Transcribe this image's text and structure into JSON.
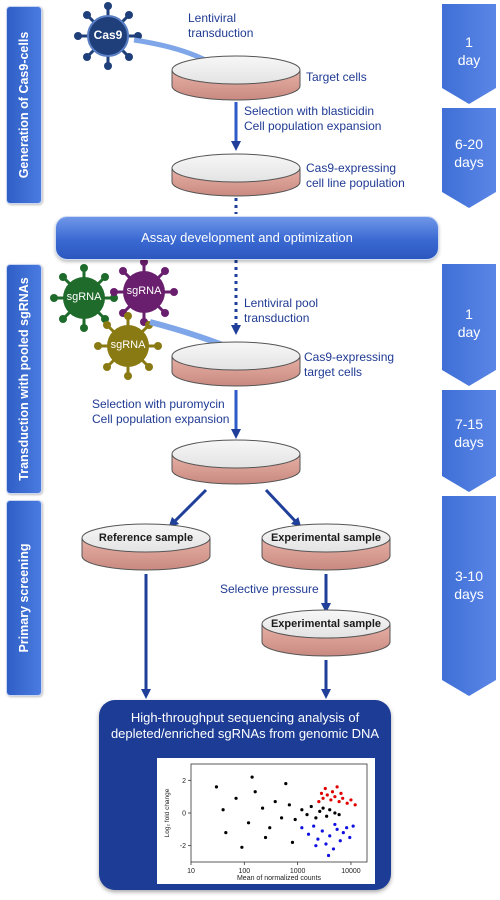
{
  "phases": {
    "generation": "Generation of Cas9-cells",
    "transduction": "Transduction with pooled sgRNAs",
    "screening": "Primary screening"
  },
  "times": {
    "t1": [
      "1",
      "day"
    ],
    "t2": [
      "6-20",
      "days"
    ],
    "t3": [
      "1",
      "day"
    ],
    "t4": [
      "7-15",
      "days"
    ],
    "t5": [
      "3-10",
      "days"
    ]
  },
  "labels": {
    "cas9": "Cas9",
    "lentiviral_transduction": [
      "Lentiviral",
      "transduction"
    ],
    "target_cells": "Target cells",
    "blasticidin": [
      "Selection with blasticidin",
      "Cell population expansion"
    ],
    "cas9_population": [
      "Cas9-expressing",
      "cell line population"
    ],
    "assay": "Assay development and optimization",
    "sgrna": "sgRNA",
    "lentiviral_pool": [
      "Lentiviral pool",
      "transduction"
    ],
    "cas9_target": [
      "Cas9-expressing",
      "target cells"
    ],
    "puromycin": [
      "Selection with puromycin",
      "Cell population expansion"
    ],
    "reference_sample": "Reference sample",
    "experimental_sample": "Experimental sample",
    "selective_pressure": "Selective pressure",
    "experimental_sample2": "Experimental sample",
    "analysis_title": [
      "High-throughput sequencing analysis of",
      "depleted/enriched sgRNAs from genomic DNA"
    ]
  },
  "colors": {
    "dark_blue": "#1d3c96",
    "mid_blue": "#2f5fc6",
    "cas9_virus": "#1f3f7a",
    "sgrna_green": "#1f6b2c",
    "sgrna_purple": "#6a1f6e",
    "sgrna_olive": "#8a7a14",
    "enriched": "#e00000",
    "depleted": "#1010e0"
  },
  "chart_data": {
    "type": "scatter",
    "xlabel": "Mean of normalized counts",
    "ylabel": "Log₂ fold change",
    "x_scale": "log",
    "xlim": [
      10,
      20000
    ],
    "ylim": [
      -3,
      3
    ],
    "x_ticks": [
      10,
      100,
      1000,
      10000
    ],
    "x_tick_labels": [
      "10",
      "100",
      "1000",
      "10000"
    ],
    "y_ticks": [
      -2,
      0,
      2
    ],
    "y_tick_labels": [
      "-2",
      "0",
      "2"
    ],
    "series": [
      {
        "color": "#000000",
        "points": [
          [
            30,
            1.6
          ],
          [
            45,
            -1.2
          ],
          [
            70,
            0.9
          ],
          [
            120,
            -0.6
          ],
          [
            160,
            1.3
          ],
          [
            220,
            0.3
          ],
          [
            300,
            -0.9
          ],
          [
            380,
            0.7
          ],
          [
            500,
            -0.3
          ],
          [
            700,
            0.5
          ],
          [
            900,
            -0.4
          ],
          [
            1200,
            0.2
          ],
          [
            1500,
            -0.1
          ],
          [
            1800,
            0.4
          ],
          [
            2200,
            -0.3
          ],
          [
            2600,
            0.1
          ],
          [
            3000,
            0.3
          ],
          [
            3500,
            -0.2
          ],
          [
            4000,
            0.2
          ],
          [
            5000,
            0.0
          ],
          [
            6000,
            -0.1
          ],
          [
            90,
            -2.1
          ],
          [
            250,
            -1.5
          ],
          [
            600,
            1.8
          ],
          [
            40,
            0.2
          ],
          [
            140,
            2.2
          ],
          [
            800,
            -1.8
          ]
        ]
      },
      {
        "color": "#e00000",
        "points": [
          [
            2500,
            0.7
          ],
          [
            3000,
            0.9
          ],
          [
            3600,
            1.1
          ],
          [
            4200,
            0.8
          ],
          [
            5000,
            1.0
          ],
          [
            6000,
            0.7
          ],
          [
            7000,
            0.9
          ],
          [
            8500,
            0.6
          ],
          [
            10000,
            0.8
          ],
          [
            3300,
            1.5
          ],
          [
            4500,
            1.3
          ],
          [
            5500,
            1.6
          ],
          [
            2800,
            1.2
          ],
          [
            12000,
            0.5
          ],
          [
            6500,
            1.2
          ]
        ]
      },
      {
        "color": "#1010e0",
        "points": [
          [
            1200,
            -0.9
          ],
          [
            1600,
            -1.3
          ],
          [
            2000,
            -0.8
          ],
          [
            2400,
            -1.6
          ],
          [
            2900,
            -1.1
          ],
          [
            3400,
            -1.9
          ],
          [
            4000,
            -1.4
          ],
          [
            4700,
            -2.2
          ],
          [
            5500,
            -1.0
          ],
          [
            6300,
            -1.7
          ],
          [
            7200,
            -1.2
          ],
          [
            8300,
            -0.9
          ],
          [
            9500,
            -1.5
          ],
          [
            11000,
            -0.8
          ],
          [
            3800,
            -2.6
          ],
          [
            2200,
            -2.0
          ],
          [
            5000,
            -0.7
          ]
        ]
      }
    ]
  }
}
